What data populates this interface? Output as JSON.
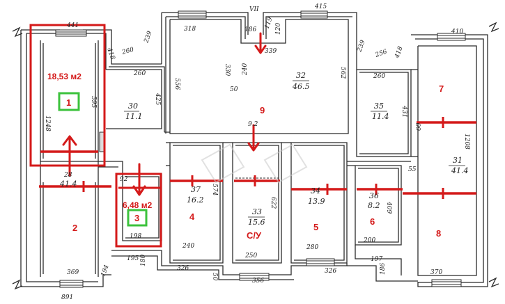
{
  "rooms": {
    "r1": {
      "id": "1",
      "area": "18,53 м2",
      "dim_w": "1248",
      "dim_r": "595",
      "dim_top": "441"
    },
    "r2": {
      "id": "2",
      "no": "",
      "area": "41.4",
      "dim_top": "28",
      "dim_b": "369"
    },
    "r3": {
      "id": "3",
      "area": "6,48 м2",
      "dim_b": "198"
    },
    "r4": {
      "id": "4",
      "no": "37",
      "area": "16.2"
    },
    "r5": {
      "id": "5",
      "no": "34",
      "area": "13.9"
    },
    "r6": {
      "id": "6",
      "no": "36",
      "area": "8.2"
    },
    "r7": {
      "id": "7"
    },
    "r8": {
      "id": "8"
    },
    "r9": {
      "id": "9"
    },
    "su": {
      "id": "С/У",
      "no": "33",
      "area": "15.6"
    },
    "r30": {
      "no": "30",
      "area": "11.1"
    },
    "r32": {
      "no": "32",
      "area": "46.5"
    },
    "r35": {
      "no": "35",
      "area": "11.4"
    },
    "r31": {
      "no": "31",
      "area": "41.4"
    }
  },
  "dims": {
    "d441": "441",
    "d418": "418",
    "d260a": "260",
    "d239a": "239",
    "d318": "318",
    "dVII": "VII",
    "d186": "186",
    "d119": "119",
    "d415": "415",
    "d239b": "239",
    "d256": "256",
    "d418b": "418",
    "d410": "410",
    "d330": "330",
    "d50": "50",
    "d240": "240",
    "d339": "339",
    "d562": "562",
    "d120": "120",
    "d556": "556",
    "d260b": "260",
    "d425": "425",
    "d260c": "260",
    "d431": "431",
    "d1208": "1208",
    "d60": "60",
    "d55": "55",
    "d92": "9.2",
    "d574": "574",
    "d622": "622",
    "d409": "409",
    "d240b": "240",
    "d250": "250",
    "d280": "280",
    "d200": "200",
    "d195": "195",
    "d326a": "326",
    "d326b": "326",
    "d356": "356",
    "d194": "194",
    "d197": "197",
    "d186b": "186",
    "d370": "370",
    "d891": "891",
    "d180": "180",
    "d50b": "50",
    "d92b": "92"
  },
  "colors": {
    "red": "#d41a1a",
    "green": "#3cc23c",
    "ink": "#2b2b2b"
  }
}
